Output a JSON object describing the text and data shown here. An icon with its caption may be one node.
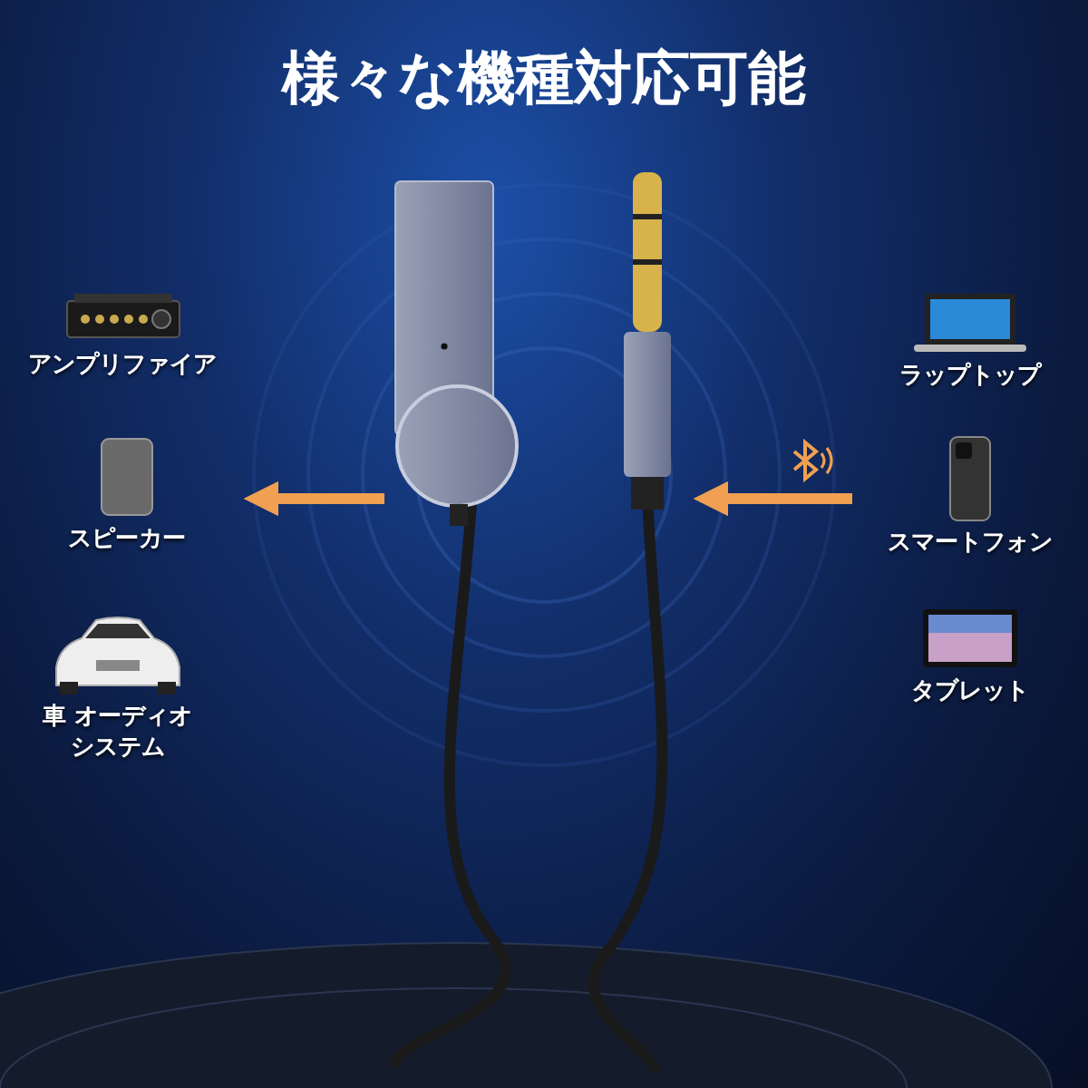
{
  "diagram": {
    "title": "様々な機種対応可能",
    "nodes": [
      {
        "text": [
          "アンプリファイア"
        ]
      },
      {
        "text": [
          "スピーカー"
        ]
      },
      {
        "text": [
          "車 オーディオシステム"
        ]
      },
      {
        "text": [],
        "shape": "picture"
      },
      {
        "text": [
          "ラップトップ"
        ]
      },
      {
        "text": [
          "スマートフォン"
        ]
      },
      {
        "text": [
          "タブレット"
        ]
      }
    ],
    "edges": [
      {
        "from": 3,
        "to": 1,
        "arrow": "to"
      },
      {
        "from": 5,
        "to": 3,
        "arrow": "to"
      }
    ]
  }
}
